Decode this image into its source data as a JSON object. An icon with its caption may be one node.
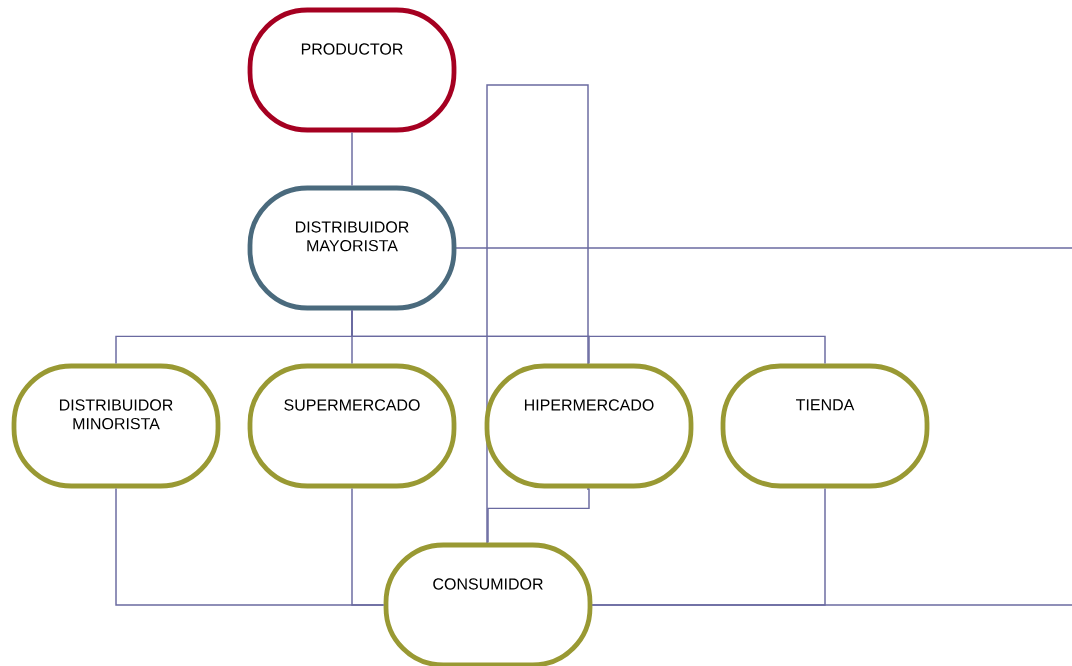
{
  "diagram": {
    "nodes": [
      {
        "text": [
          "PRODUCTOR"
        ]
      },
      {
        "text": [
          "DISTRIBUIDOR MAYORISTA"
        ]
      },
      {
        "text": [
          "DISTRIBUIDOR MINORISTA"
        ]
      },
      {
        "text": [
          "SUPERMERCADO"
        ]
      },
      {
        "text": [
          "HIPERMERCADO"
        ]
      },
      {
        "text": [
          "TIENDA"
        ]
      },
      {
        "text": [
          "CONSUMIDOR"
        ]
      }
    ],
    "edges": [
      {
        "from": 0,
        "to": 1,
        "arrow": "none"
      },
      {
        "from": 1,
        "to": 2,
        "arrow": "none"
      },
      {
        "from": 1,
        "to": 3,
        "arrow": "none"
      },
      {
        "from": 1,
        "to": 4,
        "arrow": "none"
      },
      {
        "from": 1,
        "to": 5,
        "arrow": "none"
      },
      {
        "from": 2,
        "to": 6,
        "arrow": "none"
      },
      {
        "from": 3,
        "to": 6,
        "arrow": "none"
      },
      {
        "from": 4,
        "to": 6,
        "arrow": "none"
      },
      {
        "from": 5,
        "to": 6,
        "arrow": "none"
      }
    ]
  }
}
